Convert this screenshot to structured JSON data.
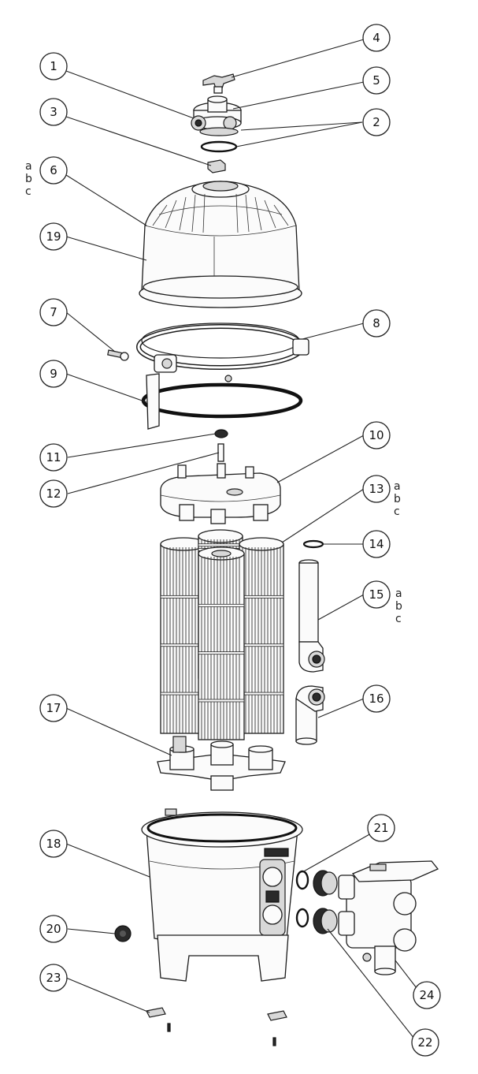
{
  "diagram": {
    "callouts": [
      {
        "number": "1"
      },
      {
        "number": "2"
      },
      {
        "number": "3"
      },
      {
        "number": "4"
      },
      {
        "number": "5"
      },
      {
        "number": "6"
      },
      {
        "number": "7"
      },
      {
        "number": "8"
      },
      {
        "number": "9"
      },
      {
        "number": "10"
      },
      {
        "number": "11"
      },
      {
        "number": "12"
      },
      {
        "number": "13"
      },
      {
        "number": "14"
      },
      {
        "number": "15"
      },
      {
        "number": "16"
      },
      {
        "number": "17"
      },
      {
        "number": "18"
      },
      {
        "number": "19"
      },
      {
        "number": "20"
      },
      {
        "number": "21"
      },
      {
        "number": "22"
      },
      {
        "number": "23"
      },
      {
        "number": "24"
      }
    ],
    "variant_letters": {
      "part_6": [
        "a",
        "b",
        "c"
      ],
      "part_13": [
        "a",
        "b",
        "c"
      ],
      "part_15": [
        "a",
        "b",
        "c"
      ]
    }
  }
}
